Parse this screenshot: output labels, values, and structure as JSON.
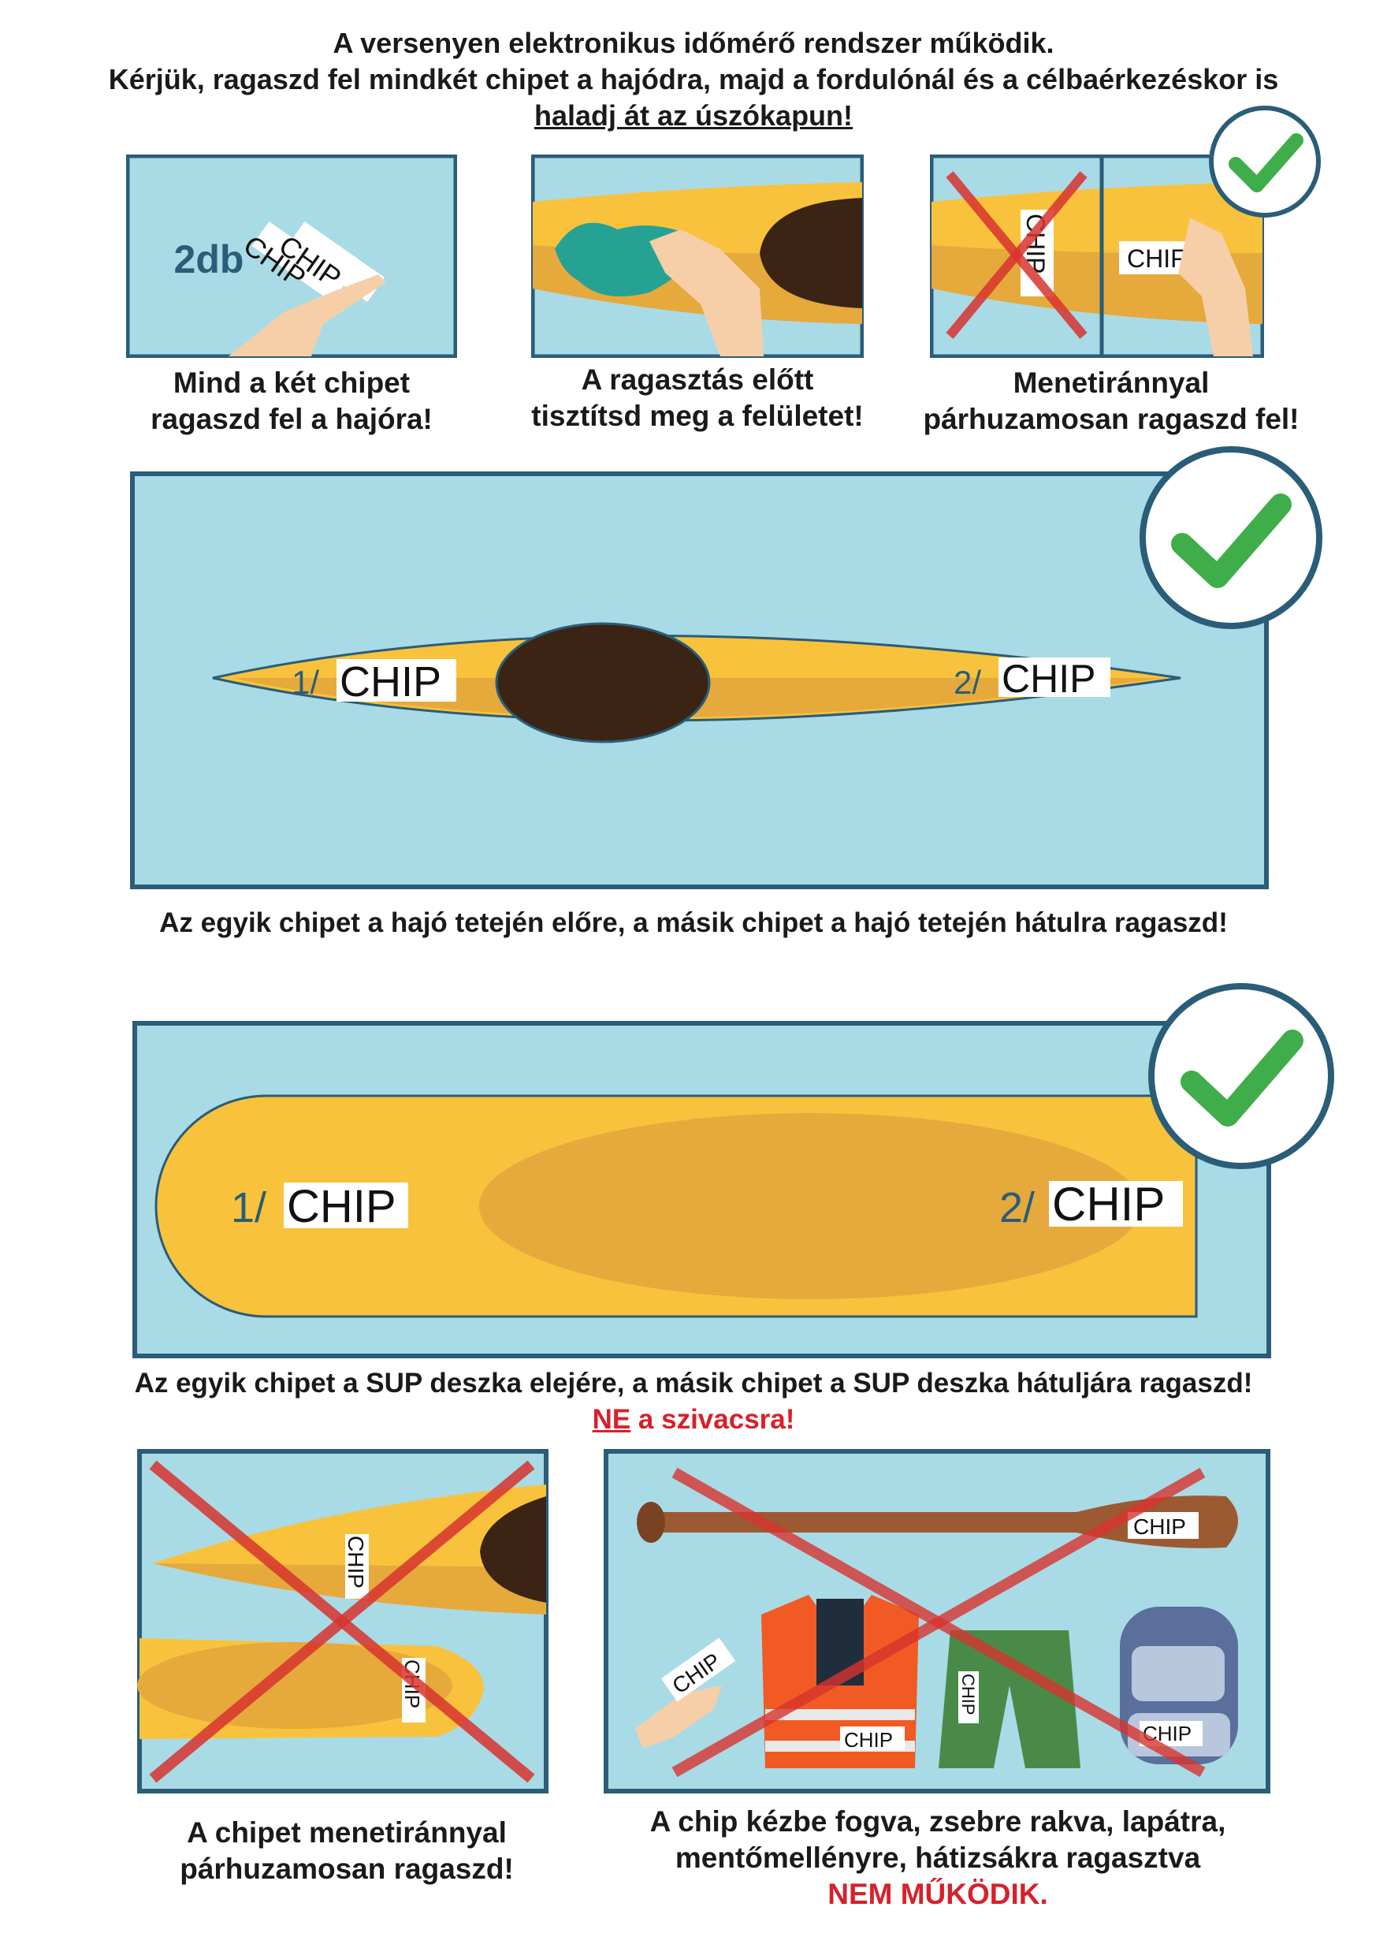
{
  "header": {
    "line1": "A versenyen elektronikus időmérő rendszer működik.",
    "line2": "Kérjük, ragaszd fel mindkét chipet a hajódra, majd a fordulónál és a célbaérkezéskor is",
    "line3": "haladj át az úszókapun!"
  },
  "panel1": {
    "count_label": "2db",
    "chip": "CHIP",
    "caption_line1": "Mind a két chipet",
    "caption_line2": "ragaszd fel a hajóra!"
  },
  "panel2": {
    "caption_line1": "A ragasztás előtt",
    "caption_line2": "tisztítsd meg a felületet!"
  },
  "panel3": {
    "chip": "CHIP",
    "chip_cut": "CHIF",
    "caption_line1": "Menetiránnyal",
    "caption_line2": "párhuzamosan ragaszd fel!"
  },
  "kayak": {
    "chip1_num": "1/",
    "chip2_num": "2/",
    "chip": "CHIP",
    "caption": "Az egyik chipet a hajó tetején előre, a másik chipet a hajó tetején hátulra ragaszd!"
  },
  "sup": {
    "chip1_num": "1/",
    "chip2_num": "2/",
    "chip": "CHIP",
    "caption": "Az egyik chipet a SUP deszka elejére, a másik chipet a SUP deszka hátuljára ragaszd!",
    "warn_ne": "NE",
    "warn_rest": " a szivacsra!"
  },
  "wrong1": {
    "chip": "CHIP",
    "caption_line1": "A chipet menetiránnyal",
    "caption_line2": "párhuzamosan ragaszd!"
  },
  "wrong2": {
    "chip": "CHIP",
    "caption_line1": "A chip kézbe fogva, zsebre rakva, lapátra,",
    "caption_line2": "mentőmellényre, hátizsákra ragasztva",
    "caption_line3": "NEM MŰKÖDIK."
  },
  "colors": {
    "water": "#a8dbe6",
    "frame": "#2a5d78",
    "boat": "#f8c23c",
    "boat_shade": "#e6a93c",
    "cockpit": "#3b2414",
    "check": "#3fae4a",
    "cross": "#d8342f",
    "alert": "#d8202a"
  }
}
